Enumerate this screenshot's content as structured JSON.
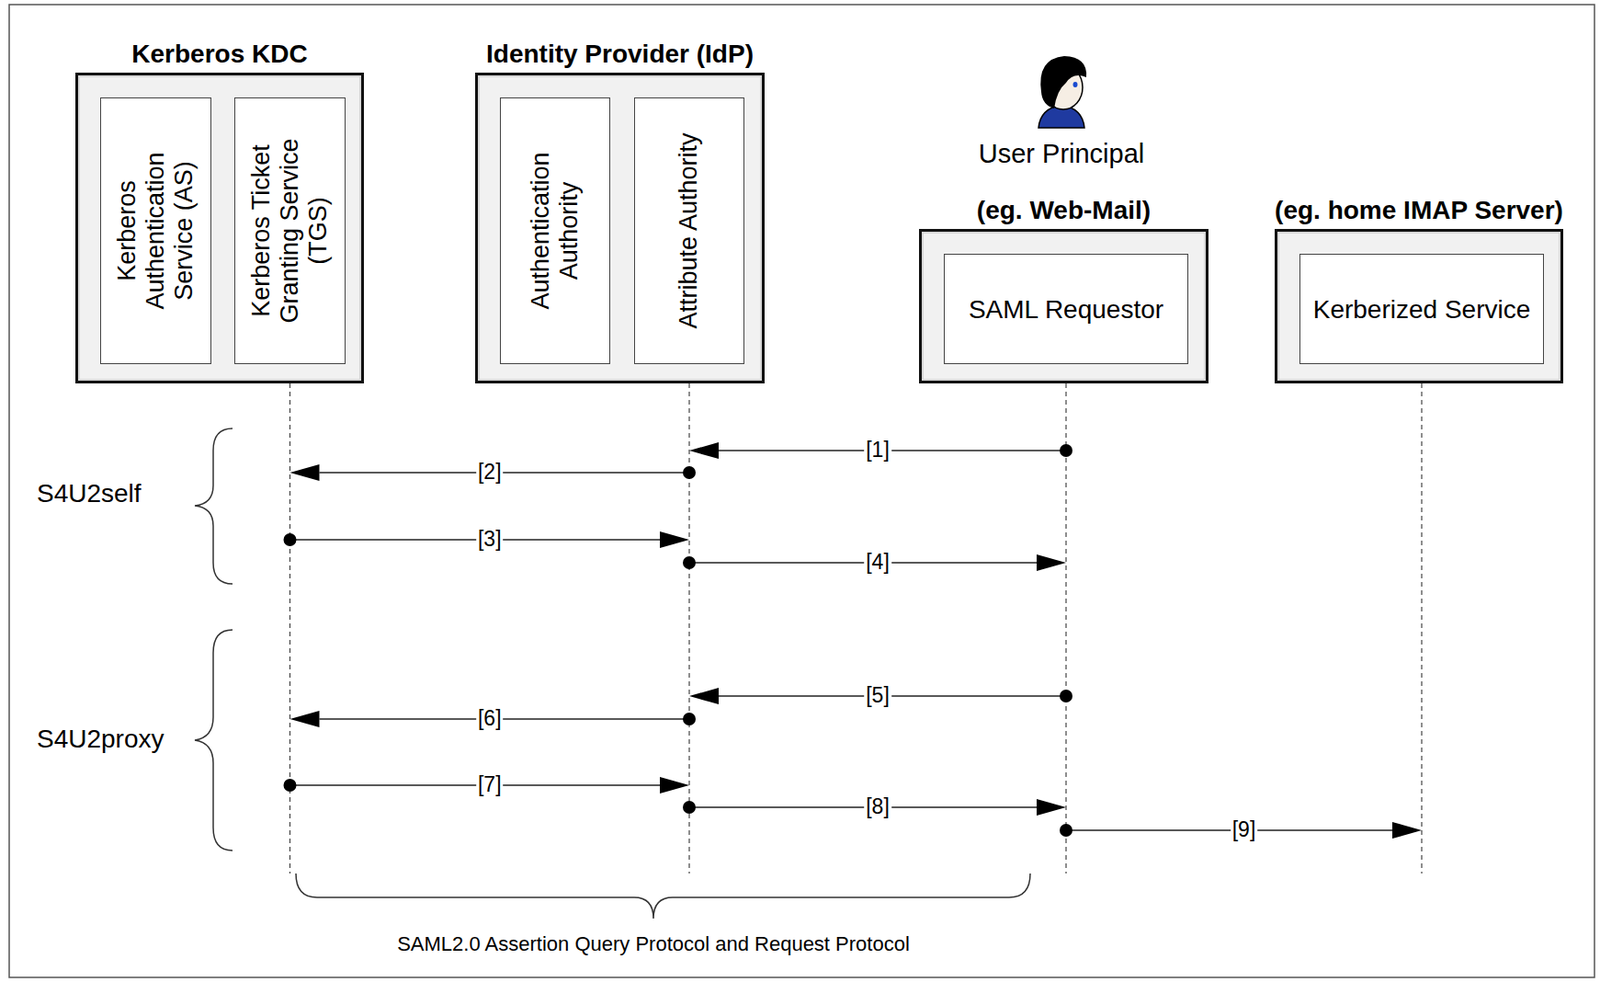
{
  "diagram": {
    "nodes": [
      {
        "text": [
          "Kerberos KDC"
        ]
      },
      {
        "text": [
          "Kerberos Authentication Service (AS)"
        ],
        "in": 0
      },
      {
        "text": [
          "Kerberos Ticket Granting Service (TGS)"
        ],
        "in": 0
      },
      {
        "text": [
          "Identity Provider (IdP)"
        ]
      },
      {
        "text": [
          "Authentication Authority"
        ],
        "in": 3
      },
      {
        "text": [
          "Attribute Authority"
        ],
        "in": 3
      },
      {
        "text": [
          "(eg. Web-Mail)"
        ]
      },
      {
        "text": [
          "SAML Requestor"
        ],
        "in": 6
      },
      {
        "text": [
          "(eg. home IMAP Server)"
        ]
      },
      {
        "text": [
          "Kerberized Service"
        ],
        "in": 8
      }
    ],
    "edges": [
      {
        "from": 7,
        "to": 5,
        "label": "[1]",
        "arrow": "to"
      },
      {
        "from": 5,
        "to": 2,
        "label": "[2]",
        "arrow": "to"
      },
      {
        "from": 2,
        "to": 5,
        "label": "[3]",
        "arrow": "to"
      },
      {
        "from": 5,
        "to": 7,
        "label": "[4]",
        "arrow": "to"
      },
      {
        "from": 7,
        "to": 5,
        "label": "[5]",
        "arrow": "to"
      },
      {
        "from": 5,
        "to": 2,
        "label": "[6]",
        "arrow": "to"
      },
      {
        "from": 2,
        "to": 5,
        "label": "[7]",
        "arrow": "to"
      },
      {
        "from": 5,
        "to": 7,
        "label": "[8]",
        "arrow": "to"
      },
      {
        "from": 7,
        "to": 9,
        "label": "[9]",
        "arrow": "to"
      }
    ],
    "labels": [
      "User Principal",
      "S4U2self",
      "S4U2proxy",
      "SAML2.0 Assertion Query Protocol and Request Protocol"
    ]
  }
}
